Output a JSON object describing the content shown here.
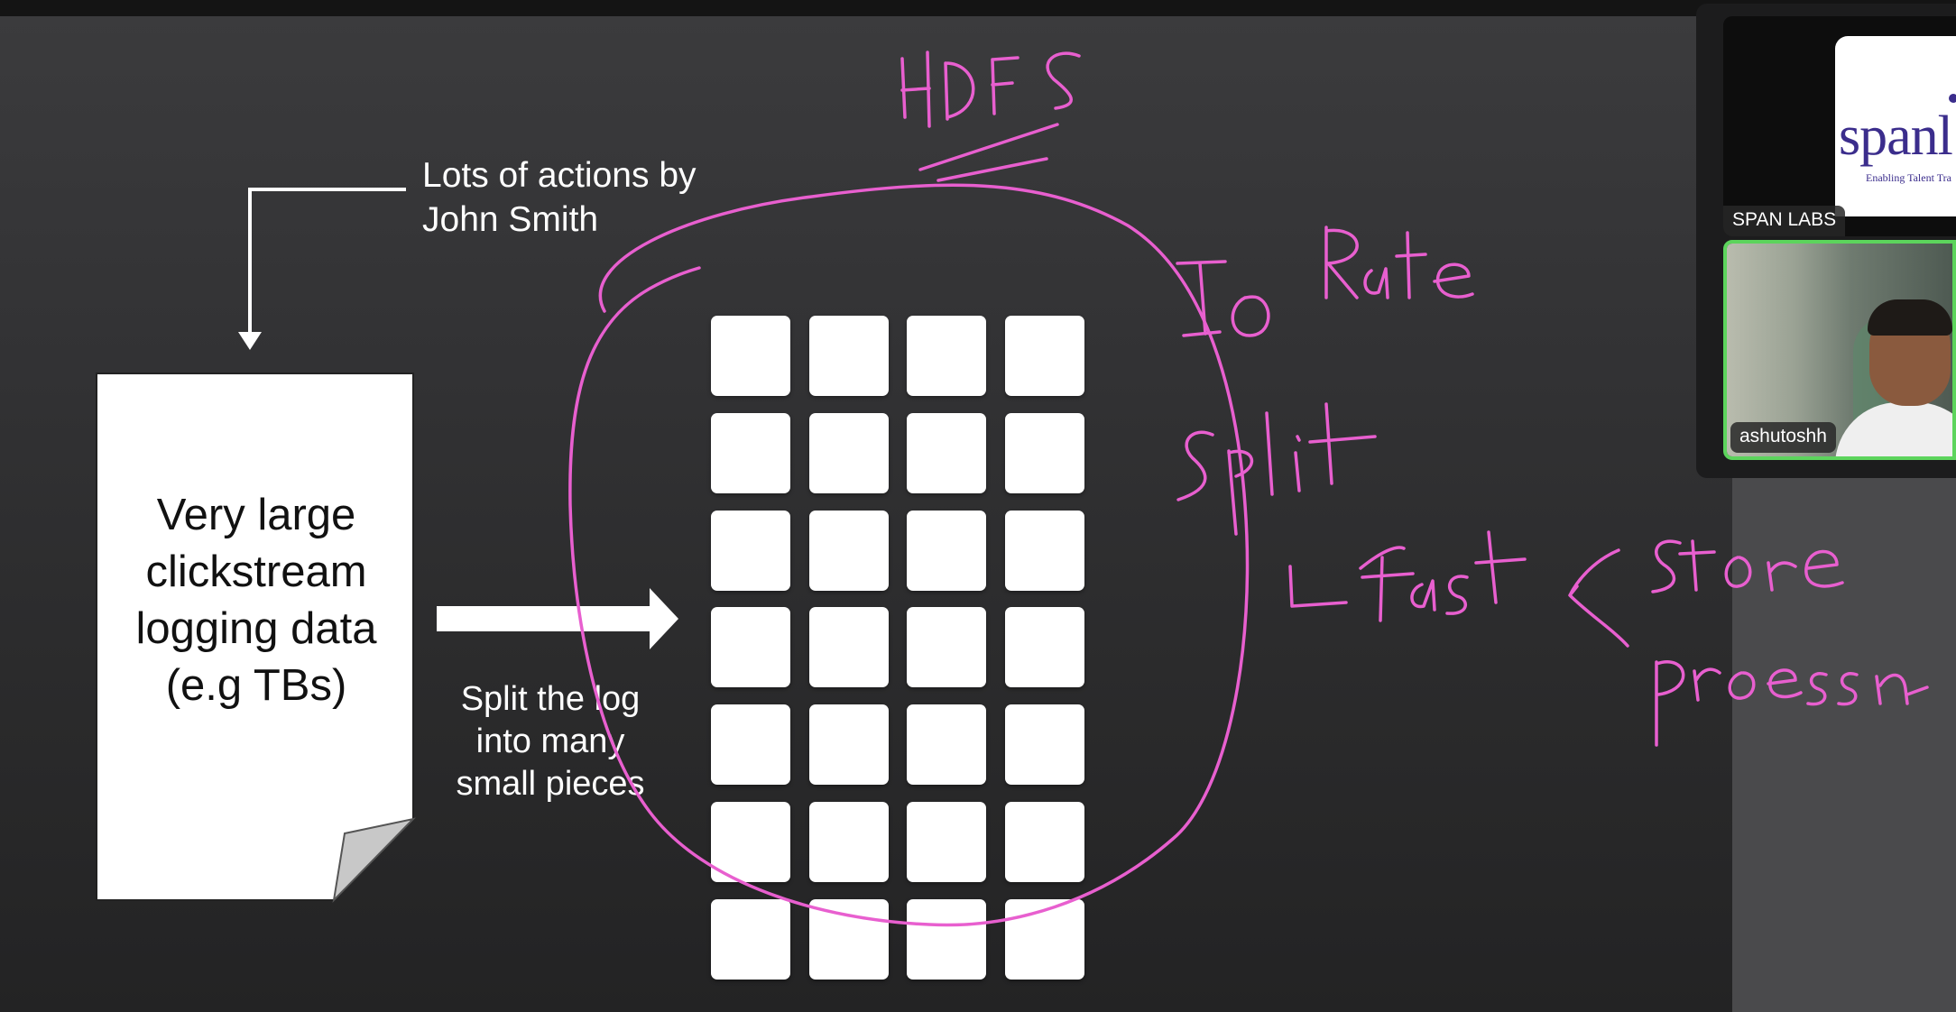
{
  "slide": {
    "callout": "Lots of actions by\nJohn Smith",
    "document_text": "Very large\nclickstream\nlogging data\n(e.g TBs)",
    "split_caption": "Split the log\ninto many\nsmall pieces",
    "grid": {
      "rows": 7,
      "columns": 4
    }
  },
  "annotations": {
    "ink_color": "#e85fcf",
    "words": [
      "HDFS",
      "IO Rate",
      "Split",
      "fast",
      "store",
      "process"
    ]
  },
  "participants": [
    {
      "name": "SPAN LABS",
      "logo_word": "spanl",
      "logo_tagline": "Enabling Talent Tra",
      "active": false
    },
    {
      "name": "ashutoshh",
      "active": true,
      "active_border_color": "#5cd45c"
    }
  ]
}
